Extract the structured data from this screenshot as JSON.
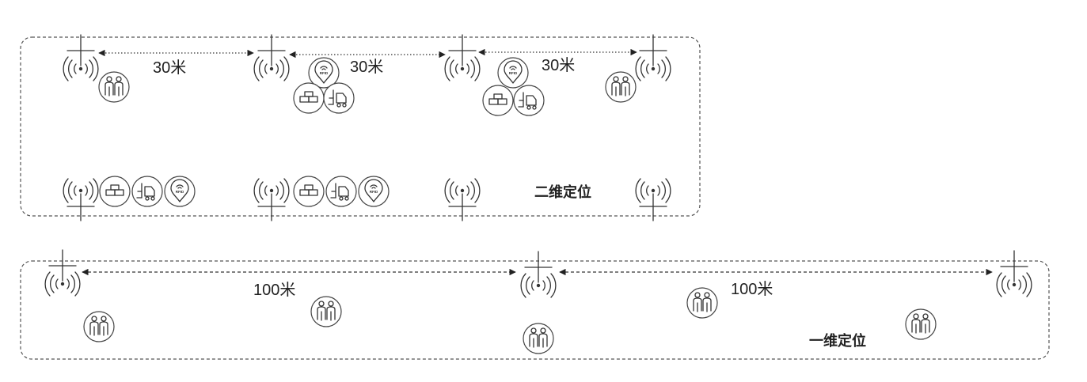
{
  "diagram": {
    "two_d": {
      "label": "二维定位",
      "distances": [
        "30米",
        "30米",
        "30米"
      ]
    },
    "one_d": {
      "label": "一维定位",
      "distances": [
        "100米",
        "100米"
      ]
    },
    "icons": {
      "antenna": "antenna-icon",
      "person": "people-icon",
      "cargo": "boxes-icon",
      "forklift": "forklift-icon",
      "tag": "rfid-tag-icon"
    },
    "tag_text": "RFID"
  }
}
